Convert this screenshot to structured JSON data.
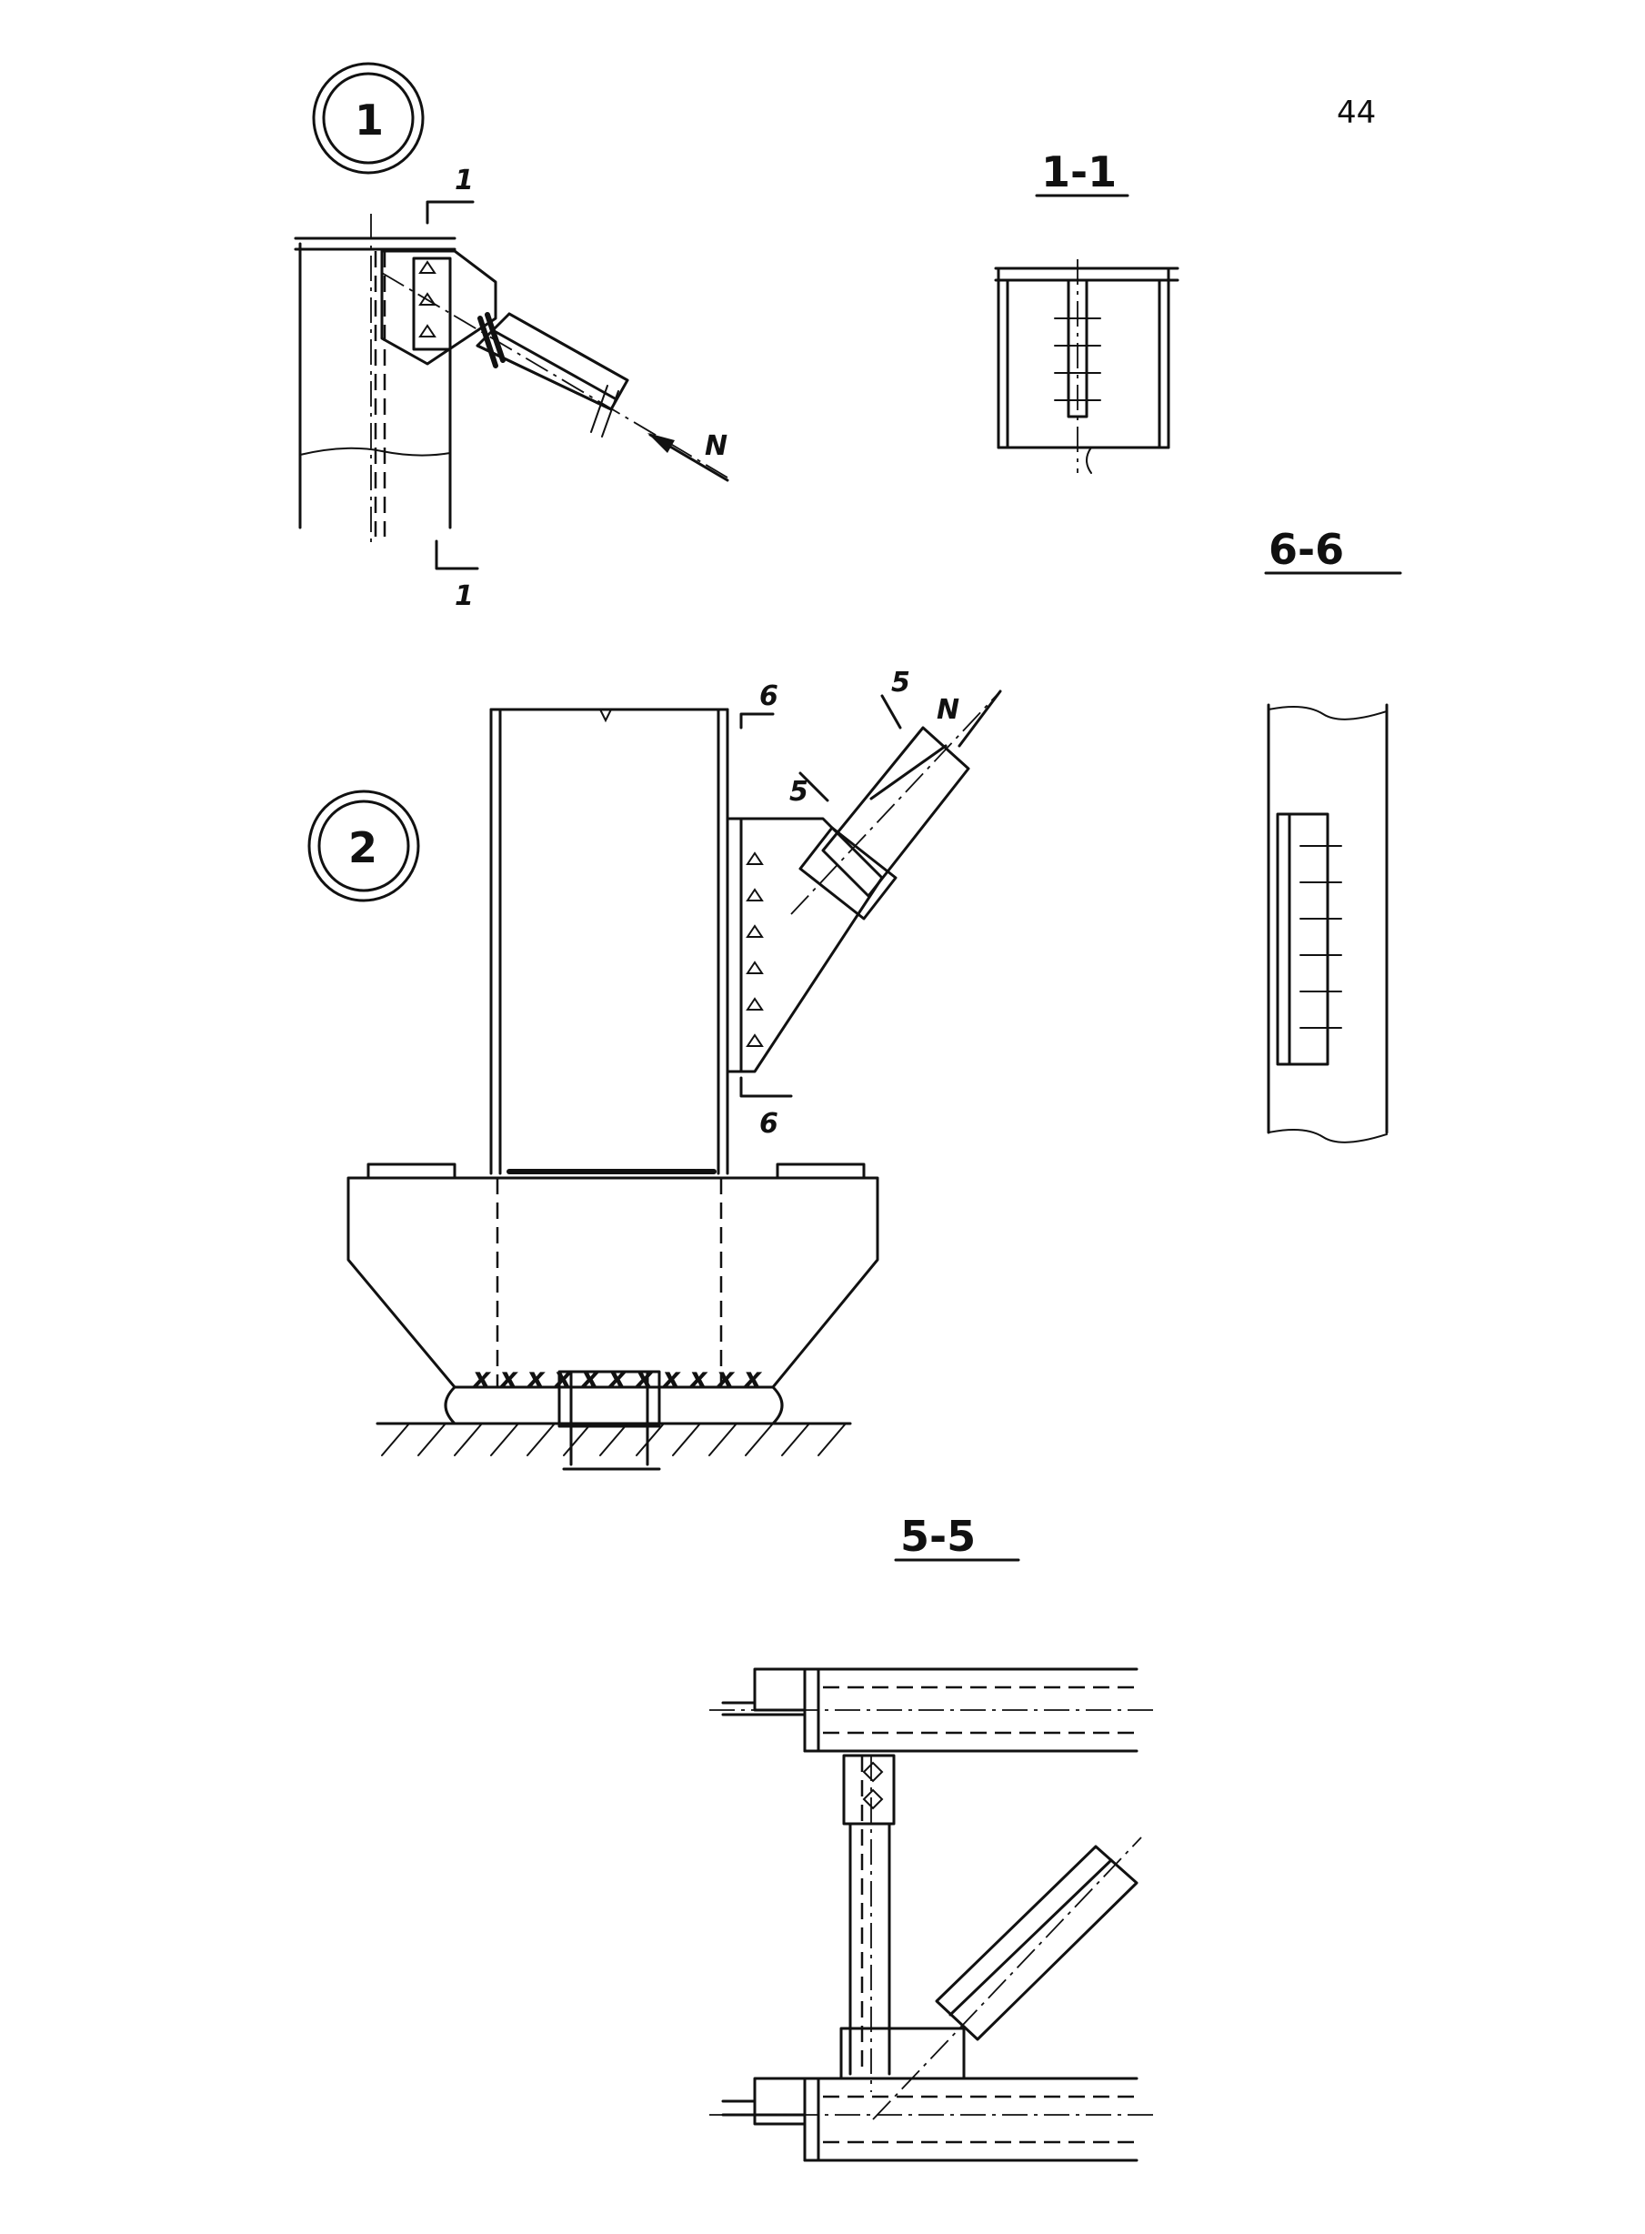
{
  "page": {
    "number": "44"
  },
  "callouts": [
    {
      "id": "node-1",
      "label": "1"
    },
    {
      "id": "node-2",
      "label": "2"
    }
  ],
  "section_titles": [
    {
      "id": "section-1-1",
      "label": "1-1"
    },
    {
      "id": "section-6-6",
      "label": "6-6"
    },
    {
      "id": "section-5-5",
      "label": "5-5"
    }
  ],
  "section_marks": {
    "cut_1": "1",
    "cut_5": "5",
    "cut_6": "6"
  },
  "force": {
    "label": "N"
  }
}
